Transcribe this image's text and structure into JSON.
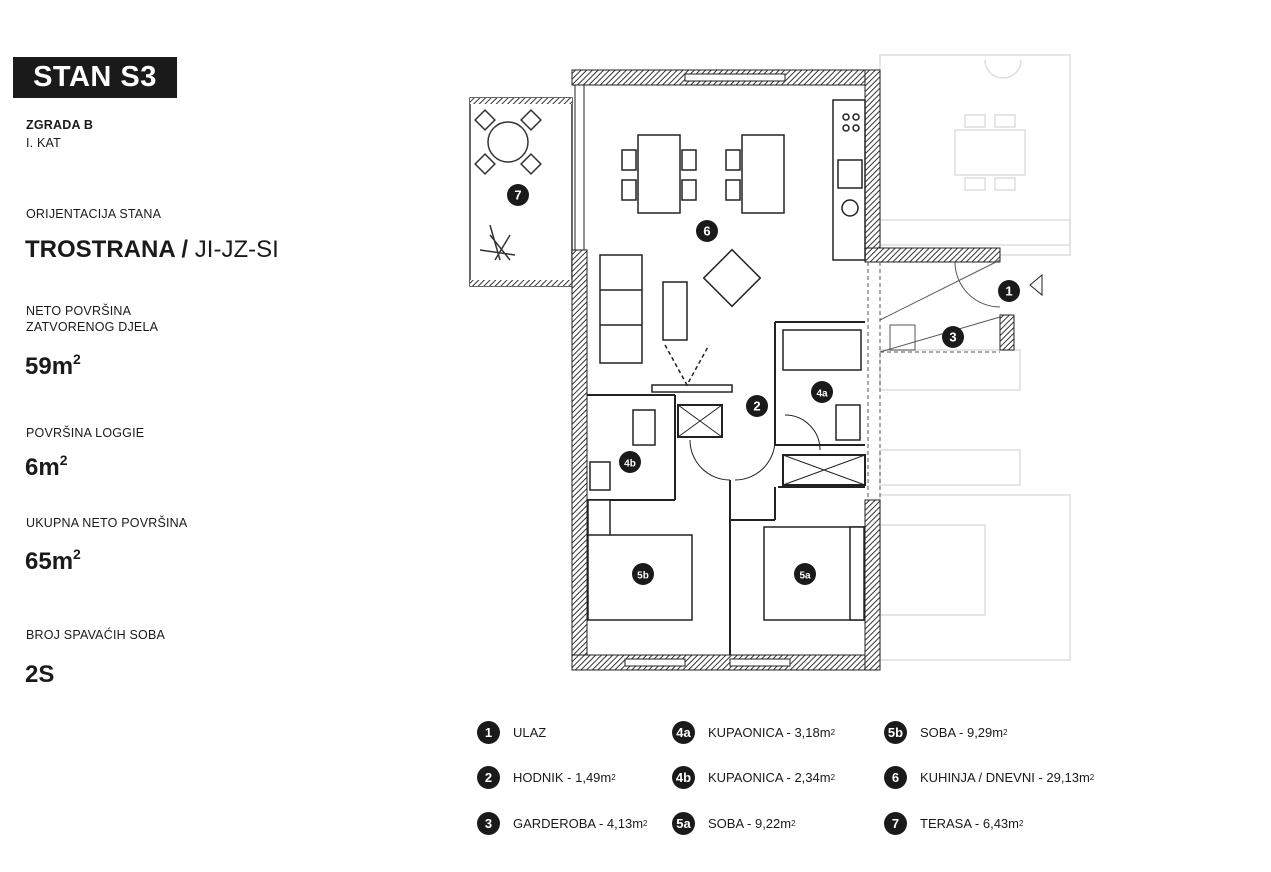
{
  "title": "STAN S3",
  "building": "ZGRADA B",
  "floor": "I. KAT",
  "orientation": {
    "label": "ORIJENTACIJA STANA",
    "value_bold": "TROSTRANA /",
    "value_light": "JI-JZ-SI"
  },
  "net_closed": {
    "label_line1": "NETO POVRŠINA",
    "label_line2": "ZATVORENOG DJELA",
    "value": "59m",
    "unit_sup": "2"
  },
  "loggia": {
    "label": "POVRŠINA LOGGIE",
    "value": "6m",
    "unit_sup": "2"
  },
  "total_net": {
    "label": "UKUPNA NETO POVRŠINA",
    "value": "65m",
    "unit_sup": "2"
  },
  "bedrooms": {
    "label": "BROJ SPAVAĆIH SOBA",
    "value": "2S"
  },
  "plan_markers": [
    "1",
    "2",
    "3",
    "4a",
    "4b",
    "5a",
    "5b",
    "6",
    "7"
  ],
  "legend": [
    {
      "num": "1",
      "text": "ULAZ",
      "sup": ""
    },
    {
      "num": "2",
      "text": "HODNIK - 1,49m",
      "sup": "2"
    },
    {
      "num": "3",
      "text": "GARDEROBA - 4,13m",
      "sup": "2"
    },
    {
      "num": "4a",
      "text": "KUPAONICA - 3,18m",
      "sup": "2"
    },
    {
      "num": "4b",
      "text": "KUPAONICA - 2,34m",
      "sup": "2"
    },
    {
      "num": "5a",
      "text": "SOBA - 9,22m",
      "sup": "2"
    },
    {
      "num": "5b",
      "text": "SOBA - 9,29m",
      "sup": "2"
    },
    {
      "num": "6",
      "text": "KUHINJA / DNEVNI - 29,13m",
      "sup": "2"
    },
    {
      "num": "7",
      "text": "TERASA - 6,43m",
      "sup": "2"
    }
  ]
}
